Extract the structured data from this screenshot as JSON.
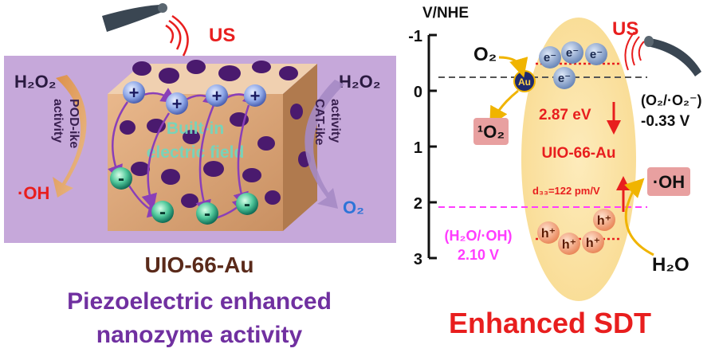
{
  "left_panel": {
    "us_label": "US",
    "h2o2_left": "H₂O₂",
    "h2o2_right": "H₂O₂",
    "pod_activity": {
      "line1": "POD-ike",
      "line2": "activity"
    },
    "cat_activity": {
      "line1": "CAT-ike",
      "line2": "activity"
    },
    "oh_product": "·OH",
    "o2_product": "O₂",
    "field_label": {
      "line1": "Built-in",
      "line2": "electric field"
    },
    "plus_sign": "+",
    "minus_sign": "-",
    "material_name": "UIO-66-Au",
    "subtitle_line1": "Piezoelectric enhanced",
    "subtitle_line2": "nanozyme activity"
  },
  "right_panel": {
    "axis_title": "V/NHE",
    "axis_ticks": [
      "-1",
      "0",
      "1",
      "2",
      "3"
    ],
    "us_label": "US",
    "o2_label": "O₂",
    "singlet_o2": "¹O₂",
    "electron": "e⁻",
    "hole": "h⁺",
    "au_label": "Au",
    "band_gap": "2.87 eV",
    "material_name": "UIO-66-Au",
    "d33_label": "d₃₃=122 pm/V",
    "oh_label": "·OH",
    "h2o_label": "H₂O",
    "o2_couple": "(O₂/·O₂⁻)",
    "o2_potential": "-0.33 V",
    "h2o_couple": "(H₂O/·OH)",
    "h2o_potential": "2.10 V",
    "title": "Enhanced SDT"
  },
  "colors": {
    "purple_bg": "#c4a5d8",
    "purple_text": "#7030a0",
    "red": "#e81e1e",
    "brown": "#5a2a1a",
    "ellipse": "#fde3a0",
    "electron": "#7d9bc4",
    "hole": "#f0a07a",
    "magenta": "#ff3cff",
    "teal": "#2aa38a",
    "blue": "#2e74d8"
  }
}
